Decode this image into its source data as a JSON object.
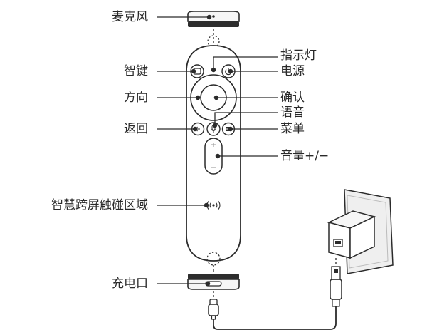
{
  "labels": {
    "microphone": "麦克风",
    "smart_key": "智键",
    "direction": "方向",
    "back": "返回",
    "cross_screen_touch_area": "智慧跨屏触碰区域",
    "charging_port": "充电口",
    "indicator_light": "指示灯",
    "power": "电源",
    "confirm": "确认",
    "voice": "语音",
    "menu": "菜单",
    "volume": "音量+/−"
  },
  "colors": {
    "stroke": "#2b2b2b",
    "text": "#2a2a2a",
    "fill_light": "#f6f6f6",
    "fill_dark": "#2d2d2d",
    "fill_wall": "#e6e6e6"
  },
  "icons": [
    "power-icon",
    "back-arrow-icon",
    "microphone-icon",
    "menu-lines-icon",
    "nfc-wave-icon"
  ]
}
